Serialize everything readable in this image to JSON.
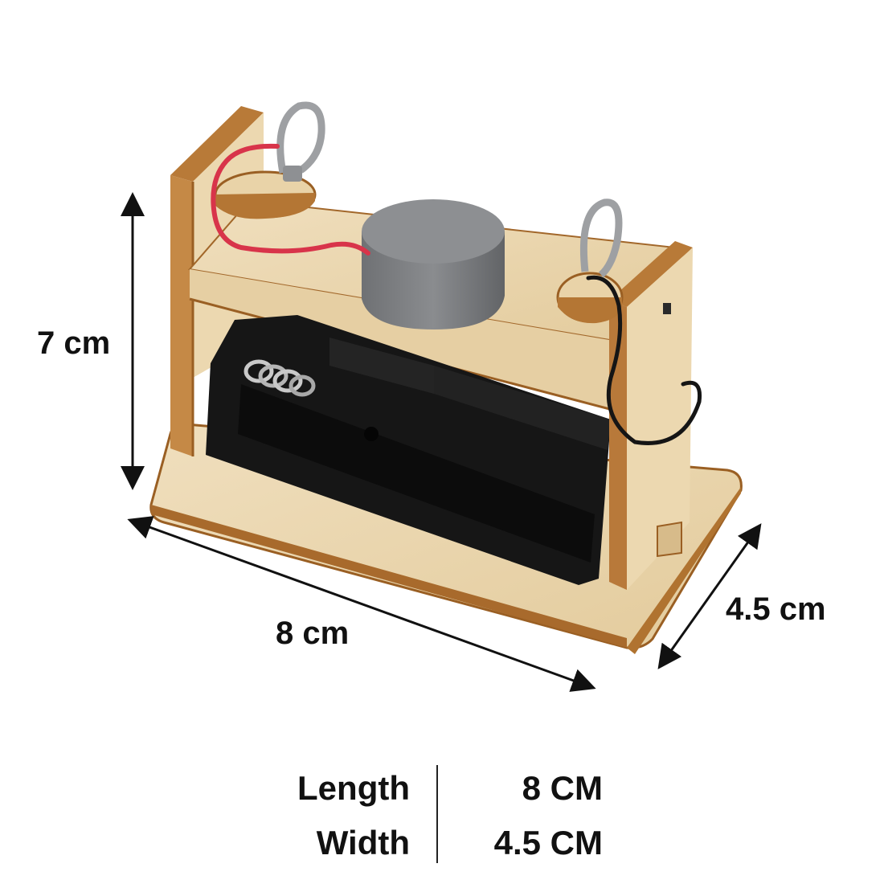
{
  "dimension_labels": {
    "height": "7 cm",
    "length": "8 cm",
    "width": "4.5 cm"
  },
  "specs": [
    {
      "label": "Length",
      "value": "8 CM"
    },
    {
      "label": "Width",
      "value": "4.5 CM"
    }
  ],
  "colors": {
    "plywood": "#e9d5ad",
    "plywood_edge": "#9a5f23",
    "battery_holder": "#161616",
    "magnet": "#7d7f82",
    "wire_red": "#d8344a",
    "wire_black": "#151515",
    "arrow": "#111111"
  }
}
